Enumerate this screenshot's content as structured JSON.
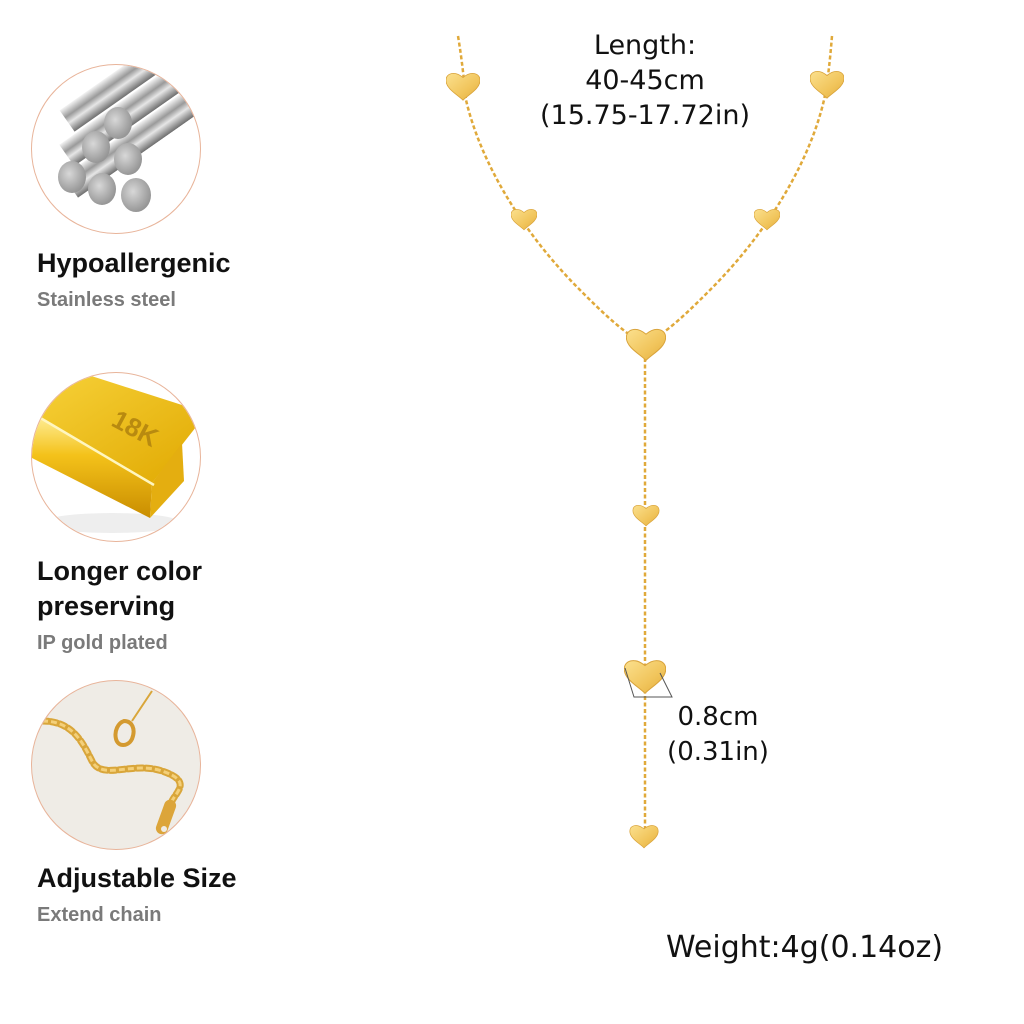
{
  "features": [
    {
      "title": "Hypoallergenic",
      "subtitle": "Stainless steel",
      "image": "stainless-steel-rods"
    },
    {
      "title_line1": "Longer color",
      "title_line2": "preserving",
      "subtitle": "IP gold plated",
      "image": "gold-bar",
      "bar_label": "18K"
    },
    {
      "title": "Adjustable Size",
      "subtitle": "Extend chain",
      "image": "extension-chain"
    }
  ],
  "specs": {
    "length_label": "Length:",
    "length_cm": "40-45cm",
    "length_in": "(15.75-17.72in)",
    "heart_cm": "0.8cm",
    "heart_in": "(0.31in)",
    "weight": "Weight:4g(0.14oz)"
  },
  "colors": {
    "gold": "#e8b94a",
    "gold_light": "#f7d27a",
    "circle_border": "#e8b49a",
    "subtitle_gray": "#7a7a7a"
  }
}
